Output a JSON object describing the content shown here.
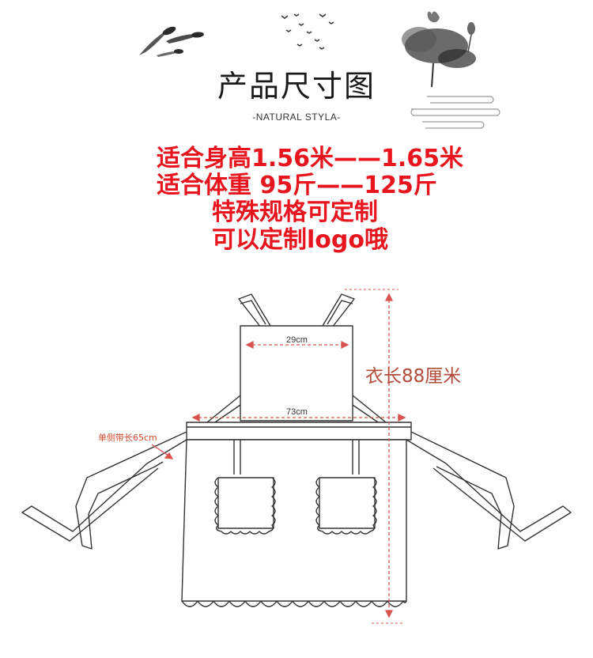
{
  "header": {
    "title": "产品尺寸图",
    "subtitle": "-NATURAL STYLA-"
  },
  "specs": {
    "line1": "适合身高1.56米——1.65米",
    "line2": "适合体重  95斤——125斤",
    "line3": "特殊规格可定制",
    "line4": "可以定制logo哦"
  },
  "diagram": {
    "bib_width": "29cm",
    "waist_width": "73cm",
    "total_length": "衣长88厘米",
    "strap_length": "单侧带长65cm"
  },
  "colors": {
    "spec_text": "#e8141e",
    "dimension_line": "#d9534f",
    "outline": "#333333"
  }
}
